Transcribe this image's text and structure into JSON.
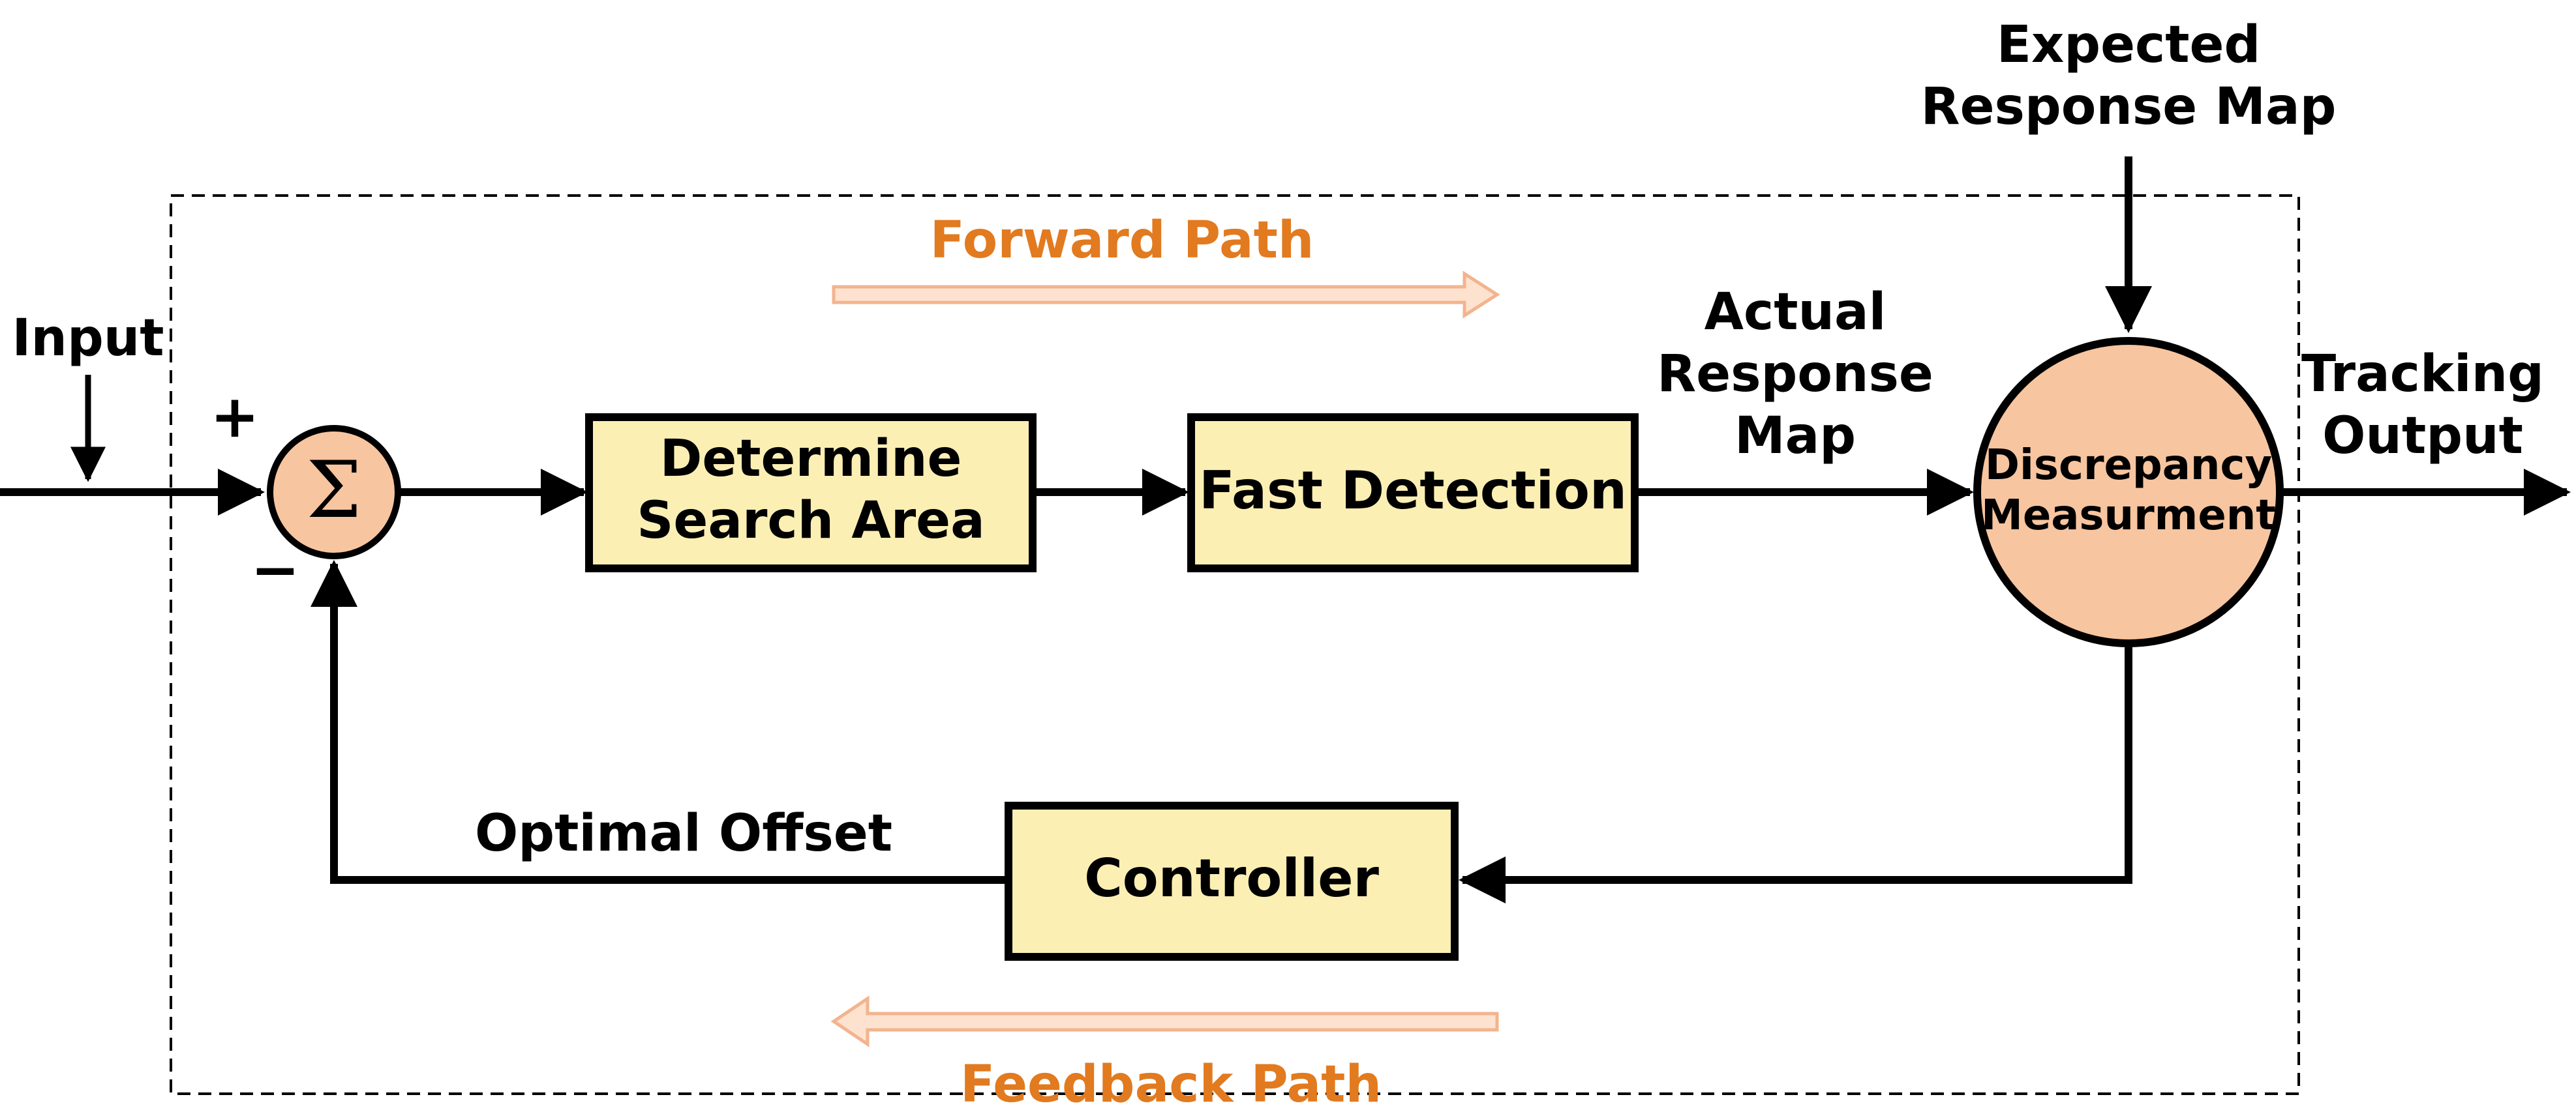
{
  "labels": {
    "input": "Input",
    "plus": "+",
    "minus": "−",
    "sigma": "Σ",
    "forward_path": "Forward Path",
    "feedback_path": "Feedback Path",
    "expected_line1": "Expected",
    "expected_line2": "Response Map",
    "actual_line1": "Actual",
    "actual_line2": "Response",
    "actual_line3": "Map",
    "tracking_line1": "Tracking",
    "tracking_line2": "Output",
    "optimal_offset": "Optimal Offset"
  },
  "blocks": {
    "determine_line1": "Determine",
    "determine_line2": "Search Area",
    "fast_detection": "Fast Detection",
    "controller": "Controller",
    "discrepancy_line1": "Discrepancy",
    "discrepancy_line2": "Measurment"
  },
  "colors": {
    "block_fill": "#fcefb4",
    "circle_fill": "#f7c59f",
    "path_arrow": "#f6c7a7",
    "path_text": "#e27a1f"
  }
}
